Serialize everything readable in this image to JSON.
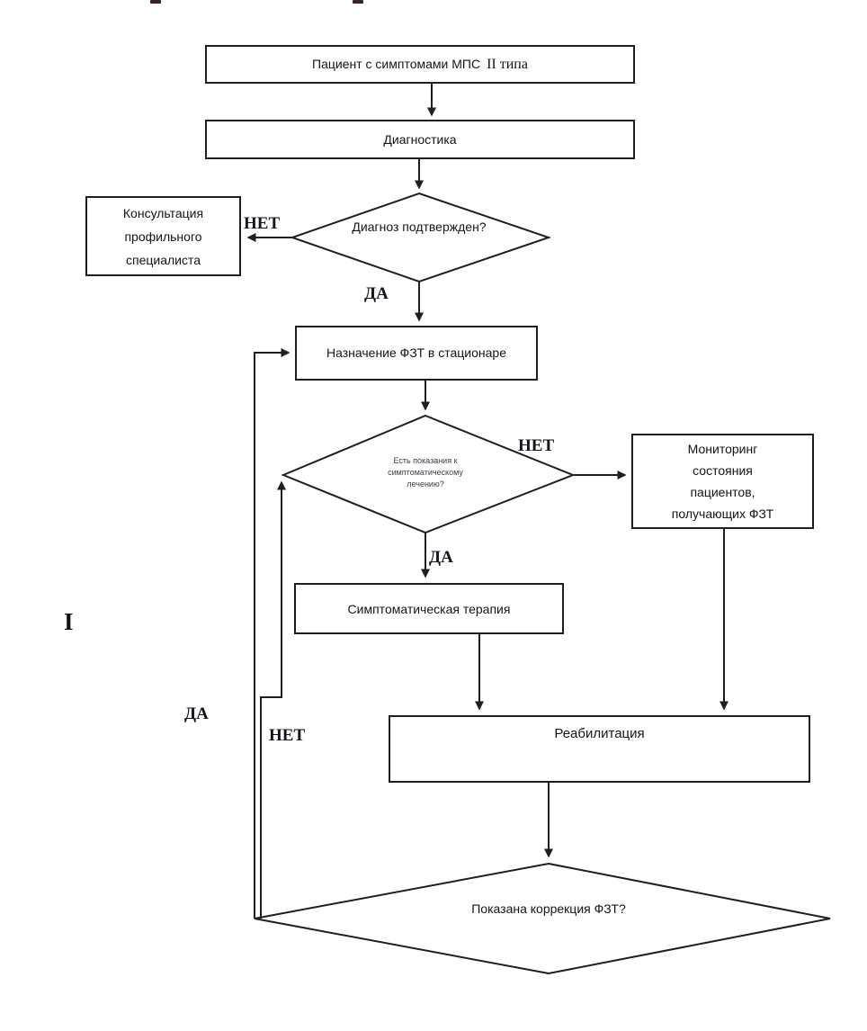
{
  "side_label": "I",
  "nodes": {
    "patient": {
      "text": "Пациент с симптомами  МПС",
      "suffix_serif": "II типа"
    },
    "diagnostics": {
      "text": "Диагностика"
    },
    "diagnosis_confirmed": {
      "text": "Диагноз подтвержден?"
    },
    "consultation": {
      "text": "Консультация профильного специалиста"
    },
    "ert_prescription": {
      "text": "Назначение ФЗТ в стационаре"
    },
    "symptomatic_indications": {
      "text": "Есть показания к симптоматическому лечению?"
    },
    "monitoring": {
      "text": "Мониторинг состояния пациентов, получающих ФЗТ"
    },
    "symptomatic_therapy": {
      "text": "Симптоматическая терапия"
    },
    "rehabilitation": {
      "text": "Реабилитация"
    },
    "ert_correction": {
      "text": "Показана коррекция ФЗТ?"
    }
  },
  "edge_labels": {
    "diagnosis_no": "НЕТ",
    "diagnosis_yes": "ДА",
    "symptomatic_no": "НЕТ",
    "symptomatic_yes": "ДА",
    "correction_yes": "ДА",
    "correction_no": "НЕТ"
  }
}
